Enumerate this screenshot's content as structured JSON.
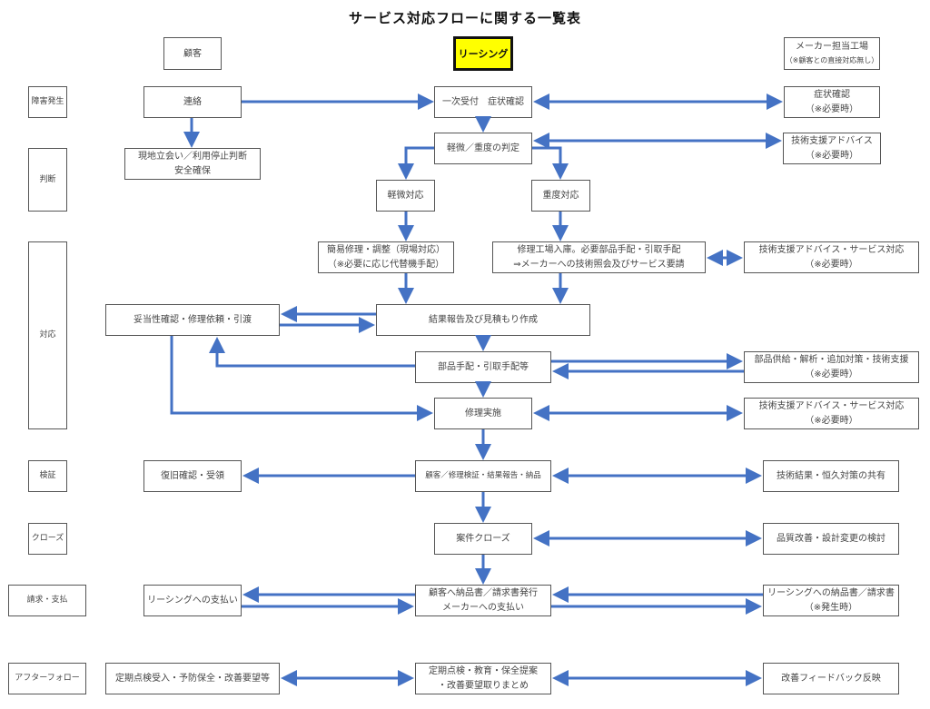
{
  "title": "サービス対応フロー に関する一覧表",
  "title_text": "サービス対応フローに関する一覧表",
  "colors": {
    "arrow": "#4472c4",
    "leasing_fill": "#ffff00",
    "border": "#555555"
  },
  "headers": {
    "customer": "顧客",
    "leasing": "リーシング",
    "maker_line1": "メーカー担当工場",
    "maker_line2": "（※顧客との直接対応無し）"
  },
  "phases": {
    "incident": "障害発生",
    "judgment": "判断",
    "response": "対応",
    "verification": "検証",
    "close": "クローズ",
    "billing": "請求・支払",
    "after_follow": "アフターフォロー"
  },
  "customer": {
    "contact": "連絡",
    "onsite_line1": "現地立会い／利用停止判断",
    "onsite_line2": "安全確保",
    "validity": "妥当性確認・修理依頼・引渡",
    "recovery": "復旧確認・受領",
    "payment": "リーシングへの支払い",
    "periodic": "定期点検受入・予防保全・改善要望等"
  },
  "leasing": {
    "intake": "一次受付　症状確認",
    "triage": "軽微／重度の判定",
    "minor": "軽微対応",
    "major": "重度対応",
    "simple_repair_line1": "簡易修理・調整（現場対応）",
    "simple_repair_line2": "（※必要に応じ代替機手配）",
    "factory_line1": "修理工場入庫。必要部品手配・引取手配",
    "factory_line2": "⇒メーカーへの技術照会及びサービス要請",
    "report": "結果報告及び見積もり作成",
    "parts": "部品手配・引取手配等",
    "repair": "修理実施",
    "verify": "顧客／修理検証・結果報告・納品",
    "close": "案件クローズ",
    "invoice_line1": "顧客へ納品書／請求書発行",
    "invoice_line2": "メーカーへの支払い",
    "followup_line1": "定期点検・教育・保全提案",
    "followup_line2": "・改善要望取りまとめ"
  },
  "maker": {
    "symptom_line1": "症状確認",
    "symptom_line2": "（※必要時）",
    "advice_line1": "技術支援アドバイス",
    "advice_line2": "（※必要時）",
    "service_line1": "技術支援アドバイス・サービス対応",
    "service_line2": "（※必要時）",
    "parts_supply_line1": "部品供給・解析・追加対策・技術支援",
    "parts_supply_line2": "（※必要時）",
    "service2_line1": "技術支援アドバイス・サービス対応",
    "service2_line2": "（※必要時）",
    "share": "技術結果・恒久対策の共有",
    "quality": "品質改善・設計変更の検討",
    "invoice_line1": "リーシングへの納品書／請求書",
    "invoice_line2": "（※発生時）",
    "feedback": "改善フィードバック反映"
  }
}
